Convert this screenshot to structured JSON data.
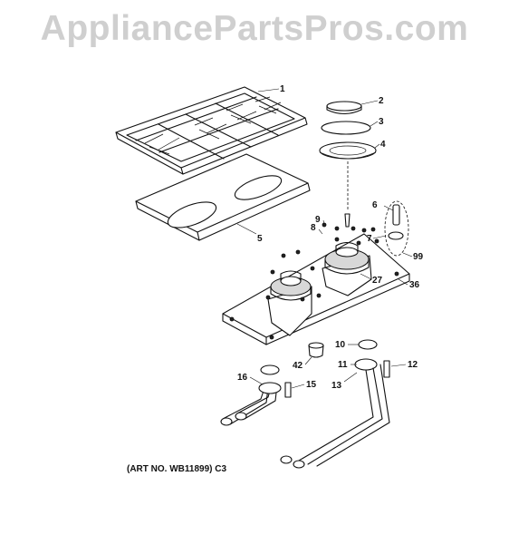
{
  "watermark": "AppliancePartsPros.com",
  "art_number": "(ART NO. WB11899) C3",
  "callouts": [
    "1",
    "2",
    "3",
    "4",
    "5",
    "6",
    "7",
    "8",
    "9",
    "99",
    "27",
    "36",
    "10",
    "11",
    "12",
    "13",
    "42",
    "16",
    "15"
  ]
}
